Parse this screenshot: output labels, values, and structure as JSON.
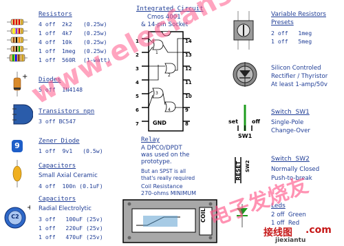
{
  "resistors": {
    "title": "Resistors",
    "rows": [
      {
        "qty": "4 off",
        "val": "2k2",
        "rating": "(0.25w)"
      },
      {
        "qty": "1 off",
        "val": "4k7",
        "rating": "(0.25w)"
      },
      {
        "qty": "4 off",
        "val": "10k",
        "rating": "(0.25w)"
      },
      {
        "qty": "1 off",
        "val": "1meg",
        "rating": "(0.25w)"
      },
      {
        "qty": "1 off",
        "val": "560R",
        "rating": "(1-watt)"
      }
    ]
  },
  "diodes": {
    "title": "Diodes",
    "line": "5 off  IN4148"
  },
  "transistors": {
    "title": "Transistors npn",
    "line": "3 off BC547"
  },
  "zener": {
    "title": "Zener Diode",
    "line": "1 off  9v1   (0.5w)",
    "badge": "9"
  },
  "cap_ceramic": {
    "title": "Capacitors",
    "subtitle": "Small Axial Ceramic",
    "line": "4 off  100n (0.1uF)"
  },
  "cap_electro": {
    "title": "Capacitors",
    "subtitle": "Radial Electrolytic",
    "badge": "C2",
    "rows": [
      "3 off   100uF (25v)",
      "1 off   220uF (25v)",
      "1 off   470uF (25v)"
    ]
  },
  "ic": {
    "title": "Integrated Circuit",
    "line1": "Cmos 4001",
    "line2": "& 14-pin Socket",
    "left_pins": [
      "1",
      "2",
      "3",
      "4",
      "5",
      "6",
      "7"
    ],
    "right_pins": [
      "14",
      "13",
      "12",
      "11",
      "10",
      "9",
      "8"
    ],
    "gnd": "GND",
    "gate_labels": [
      "1",
      "2",
      "3",
      "4"
    ]
  },
  "relay": {
    "title": "Relay",
    "lines": [
      "A DPCO/DPDT",
      "was used on the",
      "prototype."
    ],
    "note": [
      "But an SPST is all",
      "that's really required"
    ],
    "coil": [
      "Coil Resistance",
      "270-ohms MINIMUM"
    ],
    "coil_label": "COIL"
  },
  "var_res": {
    "title": "Variable Resistors",
    "subtitle": "Presets",
    "rows": [
      "2 off   1meg",
      "1 off   5meg"
    ]
  },
  "scr": {
    "lines": [
      "Silicon Controled",
      "Rectifier / Thyristor",
      "At least 1-amp/50v"
    ]
  },
  "switch1": {
    "title": "Switch  SW1",
    "lines": [
      "Single-Pole",
      "Change-Over"
    ],
    "set": "set",
    "off": "off",
    "label": "SW1"
  },
  "switch2": {
    "title": "Switch  SW2",
    "lines": [
      "Normally Closed",
      "Push-to-break"
    ],
    "reset": "RESET",
    "label": "SW2"
  },
  "leds": {
    "title": "Leds",
    "rows": [
      "2 off  Green",
      "1 off  Red"
    ]
  },
  "watermark": {
    "main": "www.elecfans.com",
    "cn": "电子发烧友",
    "cn2": "接线图",
    "com": ".com",
    "site": "jiexiantu"
  },
  "colors": {
    "text": "#1f3d96",
    "watermark": "#ff5a8c",
    "green": "#1c9c1c"
  }
}
